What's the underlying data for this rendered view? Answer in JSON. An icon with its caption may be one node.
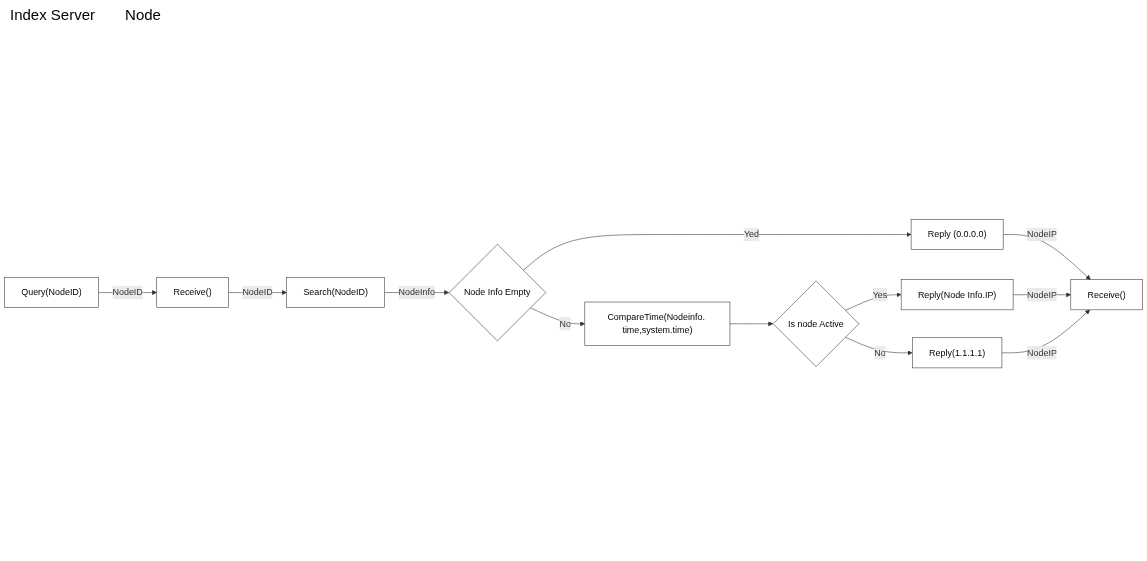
{
  "diagram": {
    "nodes": [
      {
        "text": [
          "Receive()"
        ]
      },
      {
        "text": [
          "Search(NodeID)"
        ]
      },
      {
        "text": [
          "Node Info Empty"
        ]
      },
      {
        "text": [
          "CompareTime(Nodeinfo. time,system.time)"
        ]
      },
      {
        "text": [
          "Is node Active"
        ]
      },
      {
        "text": [
          "Reply (0.0.0.0)"
        ]
      },
      {
        "text": [
          "Reply(Node Info.IP)"
        ]
      },
      {
        "text": [
          "Reply(1.1.1.1)"
        ]
      },
      {
        "text": [
          "Query(NodeID)"
        ]
      },
      {
        "text": [
          "Receive()"
        ]
      }
    ],
    "edges": [
      {
        "from": 8,
        "to": 0,
        "arrow": "to",
        "label": "NodeID"
      },
      {
        "from": 0,
        "to": 1,
        "arrow": "to",
        "label": "NodeID"
      },
      {
        "from": 1,
        "to": 2,
        "arrow": "to",
        "label": "NodeInfo"
      },
      {
        "from": 2,
        "to": 3,
        "arrow": "to",
        "label": "No"
      },
      {
        "from": 2,
        "to": 5,
        "arrow": "to",
        "label": "Yed"
      },
      {
        "from": 3,
        "to": 4,
        "arrow": "to"
      },
      {
        "from": 4,
        "to": 6,
        "arrow": "to",
        "label": "Yes"
      },
      {
        "from": 4,
        "to": 7,
        "arrow": "to",
        "label": "No"
      },
      {
        "from": 5,
        "to": 9,
        "arrow": "to",
        "label": "NodeIP"
      },
      {
        "from": 6,
        "to": 9,
        "arrow": "to",
        "label": "NodeIP"
      },
      {
        "from": 7,
        "to": 9,
        "arrow": "to",
        "label": "NodeIP"
      }
    ],
    "labels": [
      "Index Server",
      "Node"
    ]
  }
}
